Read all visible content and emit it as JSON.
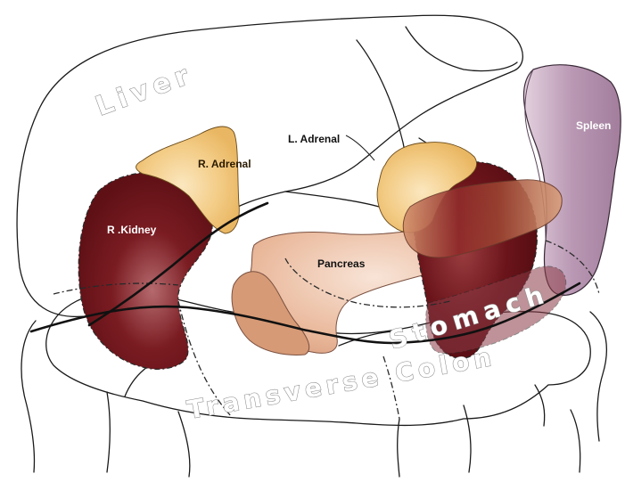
{
  "labels": {
    "liver": "Liver",
    "r_adrenal": "R. Adrenal",
    "l_adrenal": "L. Adrenal",
    "r_kidney": "R .Kidney",
    "pancreas": "Pancreas",
    "spleen": "Spleen",
    "stomach": "Stomach",
    "transverse_colon": "Transverse Colon"
  },
  "colors": {
    "kidney": "#6b1419",
    "kidney_light": "#a8565a",
    "adrenal": "#efc070",
    "adrenal_light": "#f6dba5",
    "pancreas": "#e9b99d",
    "pancreas_light": "#f6dccc",
    "pancreas_head": "#d9a07b",
    "spleen": "#b997b4",
    "spleen_light": "#d8c3d3",
    "stomach_overlay": "#8a3a45"
  }
}
